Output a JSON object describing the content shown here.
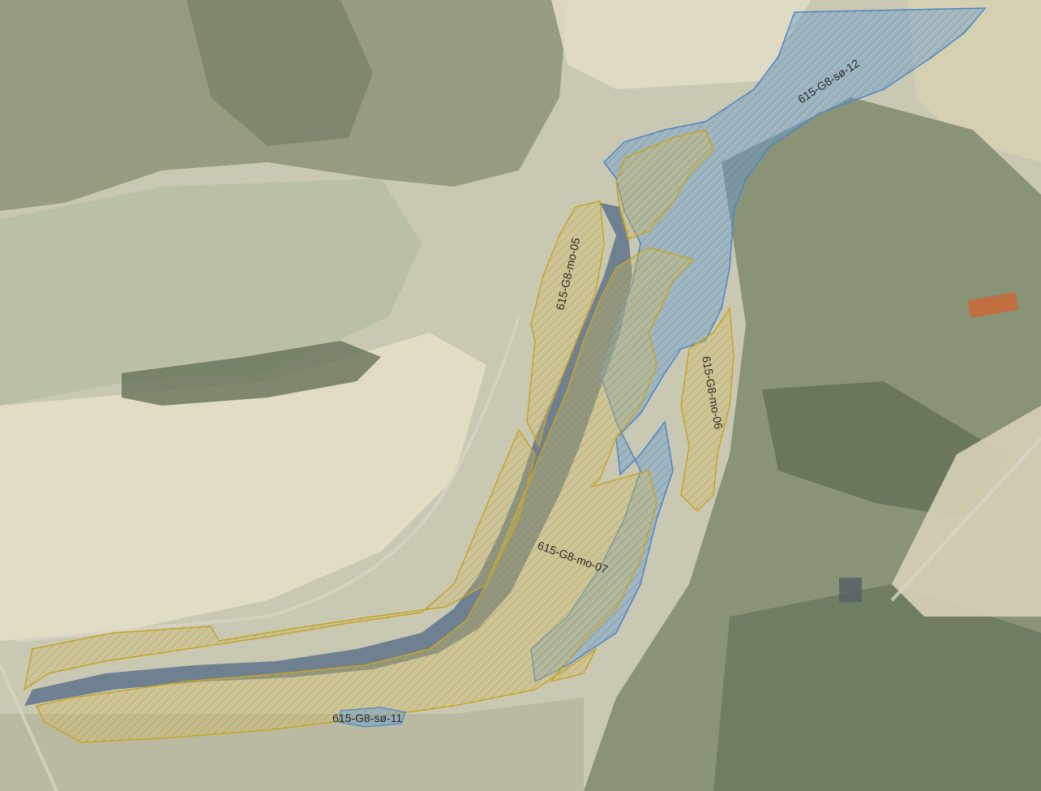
{
  "map": {
    "zones": [
      {
        "id": "615-G8-sø-12",
        "type": "water",
        "label": "615-G8-sø-12"
      },
      {
        "id": "615-G8-mo-05",
        "type": "moor",
        "label": "615-G8-mo-05"
      },
      {
        "id": "615-G8-mo-06",
        "type": "moor",
        "label": "615-G8-mo-06"
      },
      {
        "id": "615-G8-mo-07",
        "type": "moor",
        "label": "615-G8-mo-07"
      },
      {
        "id": "615-G8-sø-11",
        "type": "water",
        "label": "615-G8-sø-11"
      }
    ],
    "colors": {
      "water_fill": "#6f9fd0",
      "water_stroke": "#4f86c6",
      "moor_fill": "#d8c060",
      "moor_stroke": "#c8a528",
      "field": "#d9d3b8",
      "forest": "#77846a",
      "river": "#506a86"
    }
  }
}
